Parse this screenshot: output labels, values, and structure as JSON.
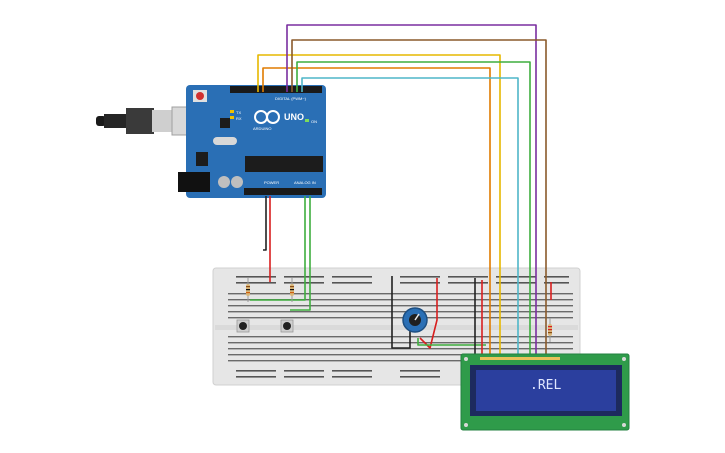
{
  "arduino": {
    "brand": "ARDUINO",
    "model": "UNO",
    "digital_label": "DIGITAL (PWM~)",
    "power_label": "POWER",
    "analog_label": "ANALOG IN",
    "tx_label": "TX",
    "rx_label": "RX",
    "on_label": "ON"
  },
  "lcd": {
    "text": ".REL"
  },
  "colors": {
    "board": "#2a6fb5",
    "breadboard": "#e6e6e6",
    "lcd_pcb": "#2f9b4a",
    "lcd_screen": "#2b3f9e",
    "wire_red": "#d81f1f",
    "wire_black": "#222222",
    "wire_green": "#3fae3f",
    "wire_yellow": "#e6b800",
    "wire_orange": "#e07b00",
    "wire_purple": "#7a2ea0",
    "wire_brown": "#8a5a2b",
    "wire_cyan": "#4fb6c8"
  }
}
